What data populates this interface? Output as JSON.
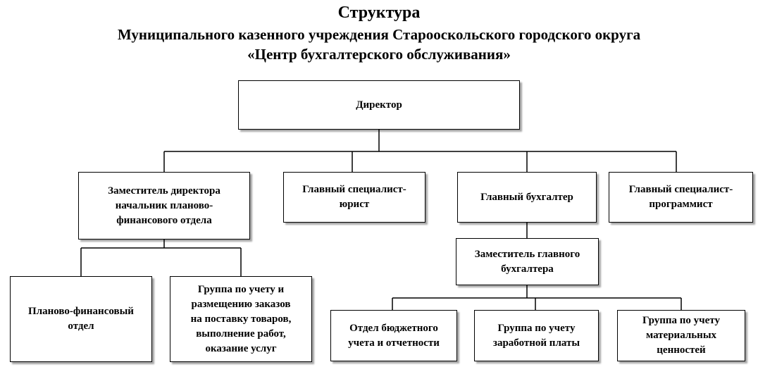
{
  "title": {
    "line1": "Структура",
    "line2": "Муниципального казенного учреждения Старооскольского городского округа",
    "line3": "«Центр бухгалтерского обслуживания»"
  },
  "nodes": {
    "director": "Директор",
    "deputy_director": "Заместитель директора\nначальник планово-\nфинансового отдела",
    "chief_specialist_lawyer": "Главный специалист-\nюрист",
    "chief_accountant": "Главный бухгалтер",
    "chief_specialist_programmer": "Главный специалист-\nпрограммист",
    "deputy_chief_accountant": "Заместитель главного\nбухгалтера",
    "planning_finance_dept": "Планово-финансовый\nотдел",
    "procurement_group": "Группа по учету и\nразмещению заказов\nна поставку товаров,\nвыполнение работ,\nоказание услуг",
    "budget_accounting_dept": "Отдел бюджетного\nучета и отчетности",
    "payroll_group": "Группа по учету\nзаработной платы",
    "material_values_group": "Группа по учету\nматериальных\nценностей"
  }
}
